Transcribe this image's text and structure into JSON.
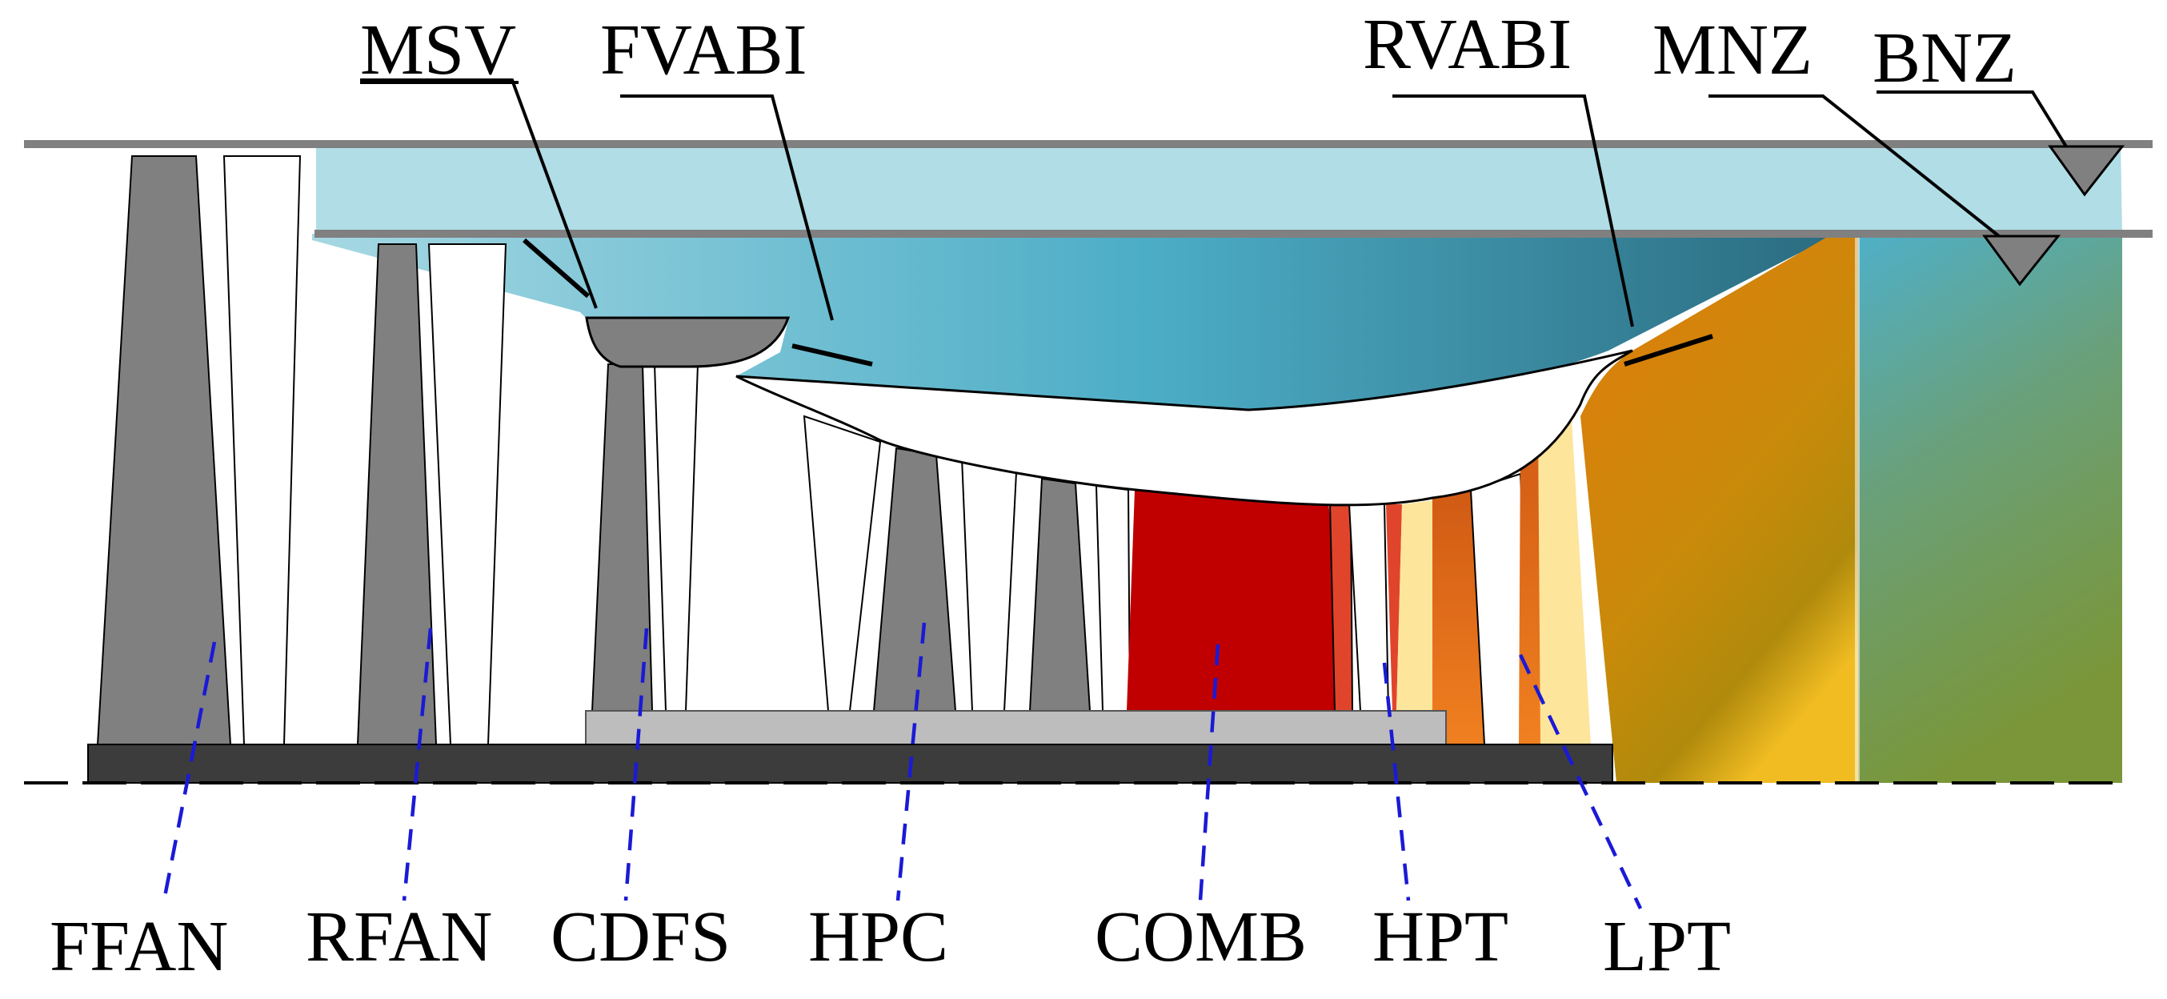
{
  "labels": {
    "msv": "MSV",
    "fvabi": "FVABI",
    "rvabi": "RVABI",
    "mnz": "MNZ",
    "bnz": "BNZ",
    "ffan": "FFAN",
    "rfan": "RFAN",
    "cdfs": "CDFS",
    "hpc": "HPC",
    "comb": "COMB",
    "hpt": "HPT",
    "lpt": "LPT"
  },
  "colors": {
    "bypass_light": "#b0dde6",
    "bypass_mid": "#57b5cc",
    "bypass_dark": "#2d7389",
    "blade_gray": "#808080",
    "shaft": "#3c3c3c",
    "spool": "#bdbdbd",
    "combustor": "#c00000",
    "hpt_red": "#e0452c",
    "lpt_orange": "#e8751c",
    "pale_yellow": "#fde59c",
    "mixer_orange": "#d9780d",
    "mixer_gold": "#b3900a",
    "nozzle_teal": "#53adc3",
    "nozzle_green": "#75993e",
    "dashed_leader": "#1a1ad6"
  }
}
